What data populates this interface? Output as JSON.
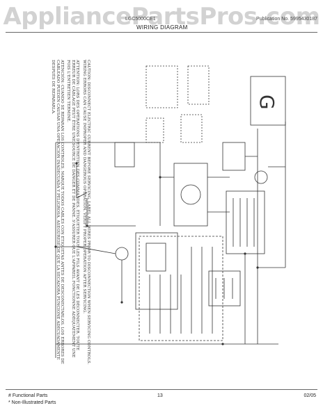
{
  "watermark": "AppliancePartsPros.com",
  "header": {
    "model": "LGC5000CE1",
    "publication": "Publication No. 5995430187",
    "title": "WIRING DIAGRAM"
  },
  "caution": {
    "english": "CAUTION: DISCONNECT ELECTRIC CURRENT BEFORE SERVICING. LABEL ALL WIRES PRIOR TO DISCONNECTION WHEN SERVICING CONTROLS. WIRING ERRORS CAN CAUSE IMPROPER AND DANGEROUS OPERATION. VERIFY PROPER OPERATION AFTER SERVICING.",
    "french": "ATTENTION: LORS DES OPÉRATIONS D'ENTRETIEN DES COMMANDES, ÉTIQUETER TOUS LES FILS AVANT DE LES DÉCONNECTER. TOUTE ERREUR DE CÂBLAGE PEUT ÊTRE UNE SOURCE DE DANGER ET DE PANNE. S'ASSURER QUE L'APPAREIL FONCTIONNE ADÉQUATEMENT UNE FOIS L'ENTRETIEN TERMINÉ.",
    "spanish": "ATENCIÓN: CUANDO SE REPARAN LOS CONTROLES, MARQUE TODOS CABLES CON ETIQUETAS ANTES DE DESCONECTARLOS. LOS ERRORES DE CABLEADO PUEDEN CAUSAR UNA OPERACIÓN INADECUADA Y PELIGROSA. ASEGÚRESE DE QUE LA SECADORA FUNCIONE ADECUADAMENTE DESPUÉS DE REPARARLA."
  },
  "footer": {
    "legend_1": "# Functional Parts",
    "legend_2": "* Non-Illustrated Parts",
    "page": "13",
    "date": "02/05"
  }
}
